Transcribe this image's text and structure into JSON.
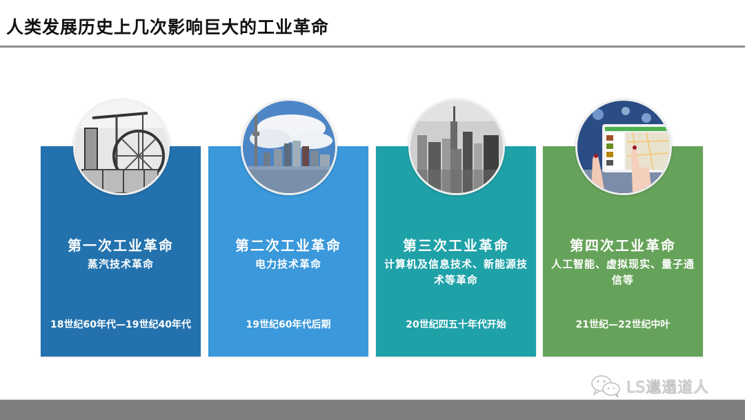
{
  "slide": {
    "title": "人类发展历史上几次影响巨大的工业革命"
  },
  "cards": [
    {
      "heading": "第一次工业革命",
      "desc": "蒸汽技术革命",
      "period": "18世纪60年代—19世纪40年代",
      "color": "#2472AD",
      "image": "steam-engine-photo"
    },
    {
      "heading": "第二次工业革命",
      "desc": "电力技术革命",
      "period": "19世纪60年代后期",
      "color": "#3A98DB",
      "image": "city-skyline-photo"
    },
    {
      "heading": "第三次工业革命",
      "desc": "计算机及信息技术、新能源技术等革命",
      "period": "20世纪四五十年代开始",
      "color": "#1FA1A8",
      "image": "new-york-aerial-photo"
    },
    {
      "heading": "第四次工业革命",
      "desc": "人工智能、虚拟现实、量子通信等",
      "period": "21世纪—22世纪中叶",
      "color": "#66A35A",
      "image": "tablet-map-photo"
    }
  ],
  "watermark": {
    "icon": "wechat-icon",
    "text": "LS邋遢道人"
  },
  "colors": {
    "title_rule": "#8c8c8c",
    "footer_bar": "#7f7f7f"
  }
}
